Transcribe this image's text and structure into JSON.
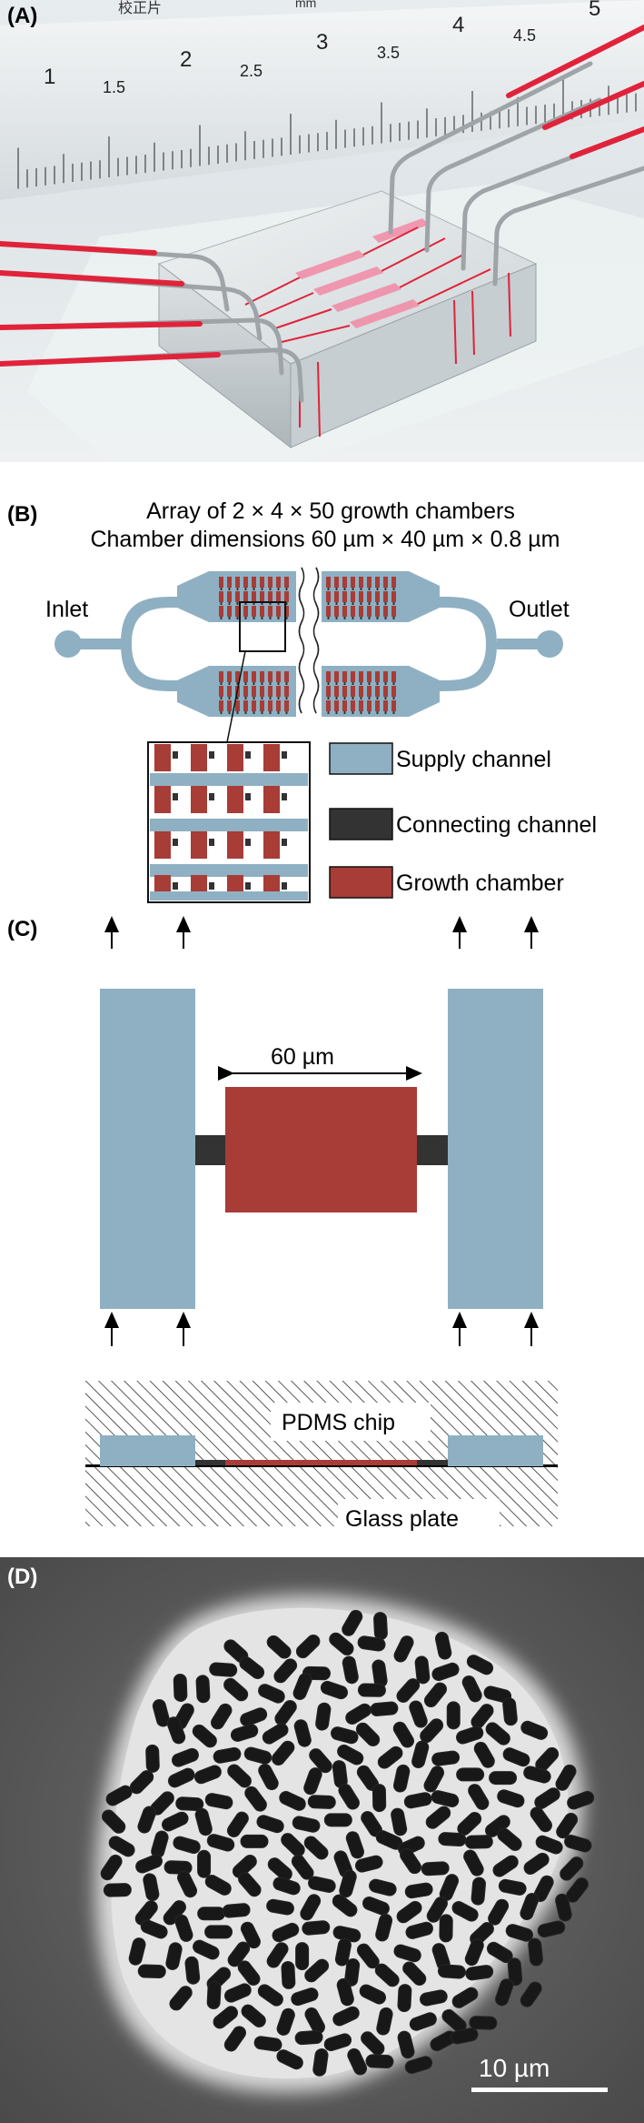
{
  "panels": {
    "a": {
      "label": "(A)"
    },
    "b": {
      "label": "(B)"
    },
    "c": {
      "label": "(C)"
    },
    "d": {
      "label": "(D)"
    }
  },
  "ruler": {
    "chinese_text": "校正片",
    "unit": "mm",
    "ticks": [
      "1",
      "1.5",
      "2",
      "2.5",
      "3",
      "3.5",
      "4",
      "4.5",
      "5"
    ]
  },
  "panel_b": {
    "title_line1": "Array of 2 × 4 × 50 growth chambers",
    "title_line2": "Chamber dimensions 60 µm × 40 µm × 0.8 µm",
    "inlet_label": "Inlet",
    "outlet_label": "Outlet",
    "legend": [
      {
        "label": "Supply channel",
        "color": "#8fb0c2"
      },
      {
        "label": "Connecting channel",
        "color": "#333333"
      },
      {
        "label": "Growth chamber",
        "color": "#a83c36"
      }
    ]
  },
  "panel_c": {
    "width_label": "60 µm",
    "pdms_label": "PDMS chip",
    "glass_label": "Glass plate"
  },
  "panel_d": {
    "scale_label": "10 µm"
  },
  "colors": {
    "supply": "#8fb0c2",
    "connecting": "#333333",
    "chamber": "#a83c36",
    "tube": "#e0233a"
  }
}
